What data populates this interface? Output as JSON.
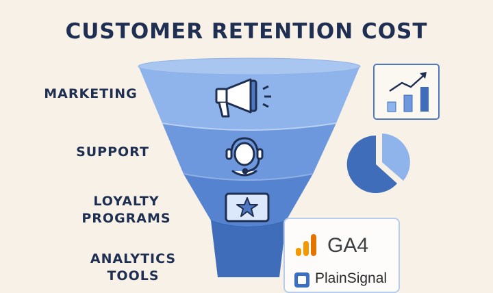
{
  "title": "CUSTOMER RETENTION COST",
  "funnel": {
    "stages": [
      {
        "label": "MARKETING",
        "icon": "megaphone-icon"
      },
      {
        "label": "SUPPORT",
        "icon": "headset-agent-icon"
      },
      {
        "label": "LOYALTY\nPROGRAMS",
        "icon": "star-badge-icon"
      },
      {
        "label": "ANALYTICS\nTOOLS",
        "icon": null
      }
    ],
    "colors": [
      "#8fb4ec",
      "#6e98dd",
      "#5683cf",
      "#3f6db9"
    ]
  },
  "side_icons": {
    "bar_chart": "bar-chart-trend-icon",
    "pie_chart": "pie-chart-icon"
  },
  "logos": {
    "ga4": {
      "text": "GA4",
      "icon": "ga4-bars-icon",
      "color": "#f29900"
    },
    "plainsignal": {
      "text": "PlainSignal",
      "icon": "plainsignal-icon",
      "color": "#3b6fc4"
    }
  }
}
